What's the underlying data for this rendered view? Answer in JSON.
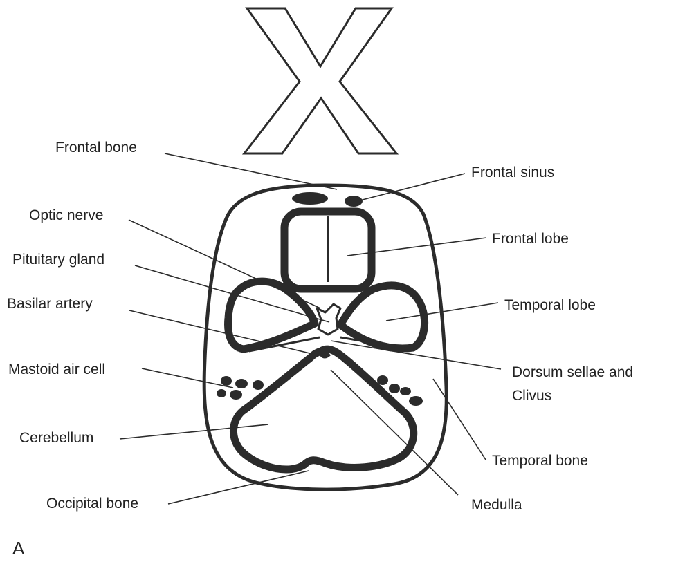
{
  "view_marker": "X",
  "panel_label": "A",
  "labels": {
    "frontal_bone": "Frontal bone",
    "frontal_sinus": "Frontal sinus",
    "optic_nerve": "Optic nerve",
    "frontal_lobe": "Frontal lobe",
    "pituitary_gland": "Pituitary gland",
    "basilar_artery": "Basilar artery",
    "temporal_lobe": "Temporal lobe",
    "mastoid_air_cell": "Mastoid air cell",
    "dorsum_sellae_line1": "Dorsum sellae and",
    "dorsum_sellae_line2": "Clivus",
    "cerebellum": "Cerebellum",
    "temporal_bone": "Temporal bone",
    "occipital_bone": "Occipital bone",
    "medulla": "Medulla"
  },
  "colors": {
    "ink": "#2b2b2b",
    "background": "#ffffff"
  }
}
